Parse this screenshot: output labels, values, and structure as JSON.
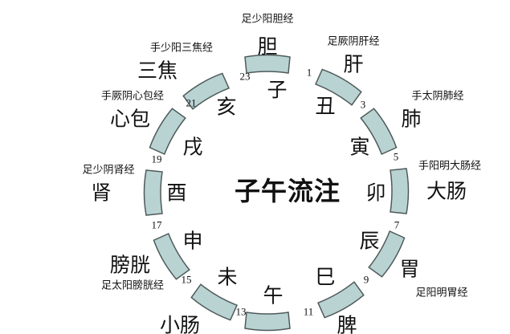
{
  "title": "子午流注",
  "segment_color": "#b9d3d3",
  "segment_stroke": "#4f5a5a",
  "hours": [
    "1",
    "3",
    "5",
    "7",
    "9",
    "11",
    "13",
    "15",
    "17",
    "19",
    "21",
    "23"
  ],
  "branches": [
    "子",
    "丑",
    "寅",
    "卯",
    "辰",
    "巳",
    "午",
    "未",
    "申",
    "酉",
    "戌",
    "亥"
  ],
  "organs": [
    "胆",
    "肝",
    "肺",
    "大肠",
    "胃",
    "脾",
    "",
    "小肠",
    "膀胱",
    "肾",
    "心包",
    "三焦"
  ],
  "meridians": [
    "足少阳胆经",
    "足厥阴肝经",
    "手太阴肺经",
    "手阳明大肠经",
    "足阳明胃经",
    "",
    "",
    "",
    "足太阳膀胱经",
    "足少阴肾经",
    "手厥阴心包经",
    "手少阳三焦经"
  ]
}
